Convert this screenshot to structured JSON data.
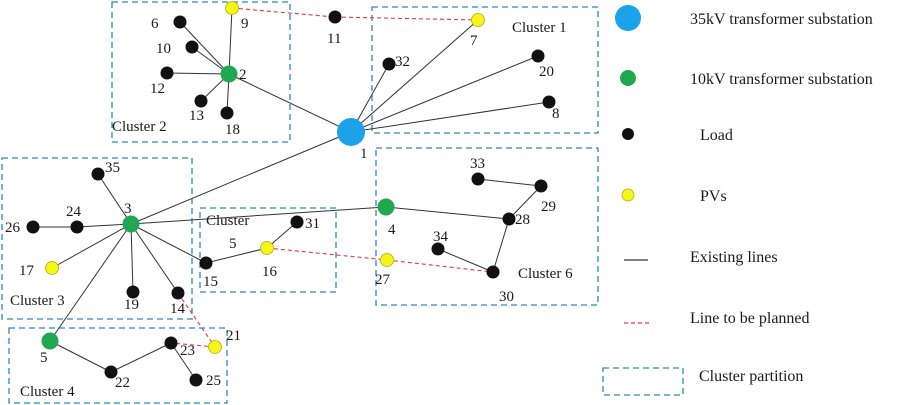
{
  "colors": {
    "substation35": "#1aa3e8",
    "substation10": "#1fa84f",
    "load": "#111111",
    "pv": "#f5f51a",
    "existing_line": "#333333",
    "planned_line": "#e8383a",
    "cluster_border": "#2e86c1"
  },
  "clusters": {
    "c1": "Cluster 1",
    "c2": "Cluster 2",
    "c3": "Cluster 3",
    "c4": "Cluster 4",
    "c5": "Cluster",
    "c5n": "5",
    "c6": "Cluster 6"
  },
  "nodes": {
    "n1": {
      "label": "1",
      "type": "substation35"
    },
    "n2": {
      "label": "2",
      "type": "substation10"
    },
    "n3": {
      "label": "3",
      "type": "substation10"
    },
    "n4": {
      "label": "4",
      "type": "substation10"
    },
    "n5": {
      "label": "5",
      "type": "substation10"
    },
    "n6": {
      "label": "6",
      "type": "load"
    },
    "n7": {
      "label": "7",
      "type": "pv"
    },
    "n8": {
      "label": "8",
      "type": "load"
    },
    "n9": {
      "label": "9",
      "type": "pv"
    },
    "n10": {
      "label": "10",
      "type": "load"
    },
    "n11": {
      "label": "11",
      "type": "load"
    },
    "n12": {
      "label": "12",
      "type": "load"
    },
    "n13": {
      "label": "13",
      "type": "load"
    },
    "n14": {
      "label": "14",
      "type": "load"
    },
    "n15": {
      "label": "15",
      "type": "load"
    },
    "n16": {
      "label": "16",
      "type": "pv"
    },
    "n17": {
      "label": "17",
      "type": "pv"
    },
    "n18": {
      "label": "18",
      "type": "load"
    },
    "n19": {
      "label": "19",
      "type": "load"
    },
    "n20": {
      "label": "20",
      "type": "load"
    },
    "n21": {
      "label": "21",
      "type": "pv"
    },
    "n22": {
      "label": "22",
      "type": "load"
    },
    "n23": {
      "label": "23",
      "type": "load"
    },
    "n24": {
      "label": "24",
      "type": "load"
    },
    "n25": {
      "label": "25",
      "type": "load"
    },
    "n26": {
      "label": "26",
      "type": "load"
    },
    "n27": {
      "label": "27",
      "type": "pv"
    },
    "n28": {
      "label": "28",
      "type": "load"
    },
    "n29": {
      "label": "29",
      "type": "load"
    },
    "n30": {
      "label": "30",
      "type": "load"
    },
    "n31": {
      "label": "31",
      "type": "load"
    },
    "n32": {
      "label": "32",
      "type": "load"
    },
    "n33": {
      "label": "33",
      "type": "load"
    },
    "n34": {
      "label": "34",
      "type": "load"
    },
    "n35": {
      "label": "35",
      "type": "load"
    }
  },
  "edges": {
    "existing": [
      [
        "1",
        "2"
      ],
      [
        "1",
        "3"
      ],
      [
        "1",
        "32"
      ],
      [
        "1",
        "7"
      ],
      [
        "1",
        "20"
      ],
      [
        "1",
        "8"
      ],
      [
        "2",
        "9"
      ],
      [
        "2",
        "6"
      ],
      [
        "2",
        "10"
      ],
      [
        "2",
        "12"
      ],
      [
        "2",
        "13"
      ],
      [
        "2",
        "18"
      ],
      [
        "3",
        "35"
      ],
      [
        "3",
        "24"
      ],
      [
        "24",
        "26"
      ],
      [
        "3",
        "17"
      ],
      [
        "3",
        "5"
      ],
      [
        "3",
        "19"
      ],
      [
        "3",
        "14"
      ],
      [
        "3",
        "15"
      ],
      [
        "3",
        "4"
      ],
      [
        "15",
        "16"
      ],
      [
        "16",
        "31"
      ],
      [
        "4",
        "28"
      ],
      [
        "28",
        "29"
      ],
      [
        "29",
        "33"
      ],
      [
        "28",
        "30"
      ],
      [
        "30",
        "34"
      ],
      [
        "5",
        "22"
      ],
      [
        "22",
        "23"
      ],
      [
        "23",
        "25"
      ]
    ],
    "planned": [
      [
        "9",
        "11"
      ],
      [
        "11",
        "7"
      ],
      [
        "16",
        "27"
      ],
      [
        "27",
        "30"
      ],
      [
        "14",
        "21"
      ],
      [
        "21",
        "23"
      ]
    ]
  },
  "legend": [
    {
      "key": "substation35",
      "label": "35kV transformer substation"
    },
    {
      "key": "substation10",
      "label": "10kV transformer substation"
    },
    {
      "key": "load",
      "label": "Load"
    },
    {
      "key": "pv",
      "label": "PVs"
    },
    {
      "key": "existing_line",
      "label": "Existing lines"
    },
    {
      "key": "planned_line",
      "label": "Line to be planned"
    },
    {
      "key": "cluster_border",
      "label": "Cluster partition"
    }
  ]
}
